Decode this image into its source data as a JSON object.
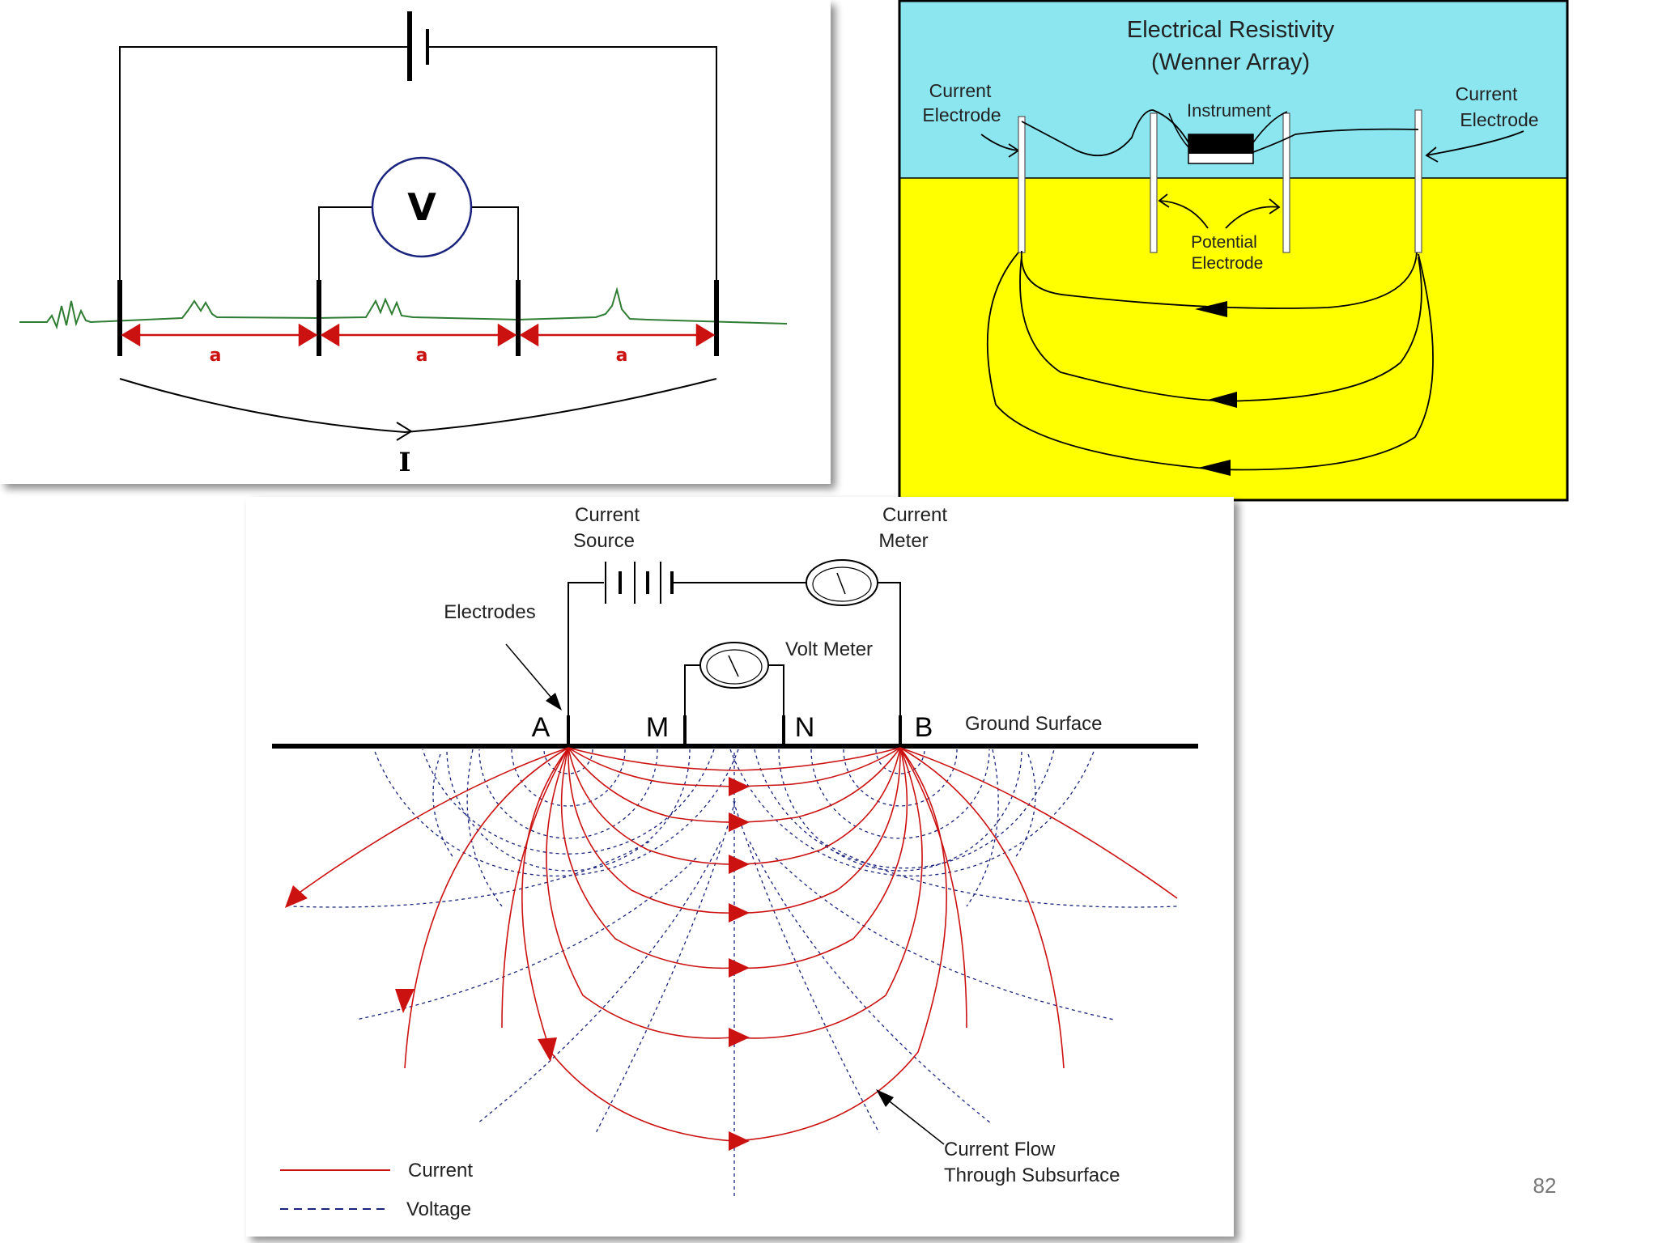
{
  "panel1": {
    "voltmeter_label": "V",
    "spacing_labels": [
      "a",
      "a",
      "a"
    ],
    "current_label": "I",
    "icons": [
      "battery-icon",
      "voltmeter-icon",
      "resistor-icon"
    ]
  },
  "panel2": {
    "title_line1": "Electrical Resistivity",
    "title_line2": "(Wenner Array)",
    "left_label_line1": "Current",
    "left_label_line2": "Electrode",
    "right_label_line1": "Current",
    "right_label_line2": "Electrode",
    "instrument_label": "Instrument",
    "potential_label_line1": "Potential",
    "potential_label_line2": "Electrode",
    "colors": {
      "sky": "#8CE6F0",
      "ground": "#FFFF00"
    },
    "icons": [
      "instrument-icon"
    ]
  },
  "panel3": {
    "current_source_line1": "Current",
    "current_source_line2": "Source",
    "current_meter_line1": "Current",
    "current_meter_line2": "Meter",
    "electrodes_label": "Electrodes",
    "volt_meter_label": "Volt Meter",
    "electrode_A": "A",
    "electrode_M": "M",
    "electrode_N": "N",
    "electrode_B": "B",
    "ground_surface": "Ground Surface",
    "flow_label_line1": "Current Flow",
    "flow_label_line2": "Through Subsurface",
    "legend_current": "Current",
    "legend_voltage": "Voltage",
    "colors": {
      "current": "#CC1111",
      "voltage": "#1a237e"
    },
    "icons": [
      "battery-icon",
      "meter-icon"
    ]
  },
  "page_number": "82"
}
